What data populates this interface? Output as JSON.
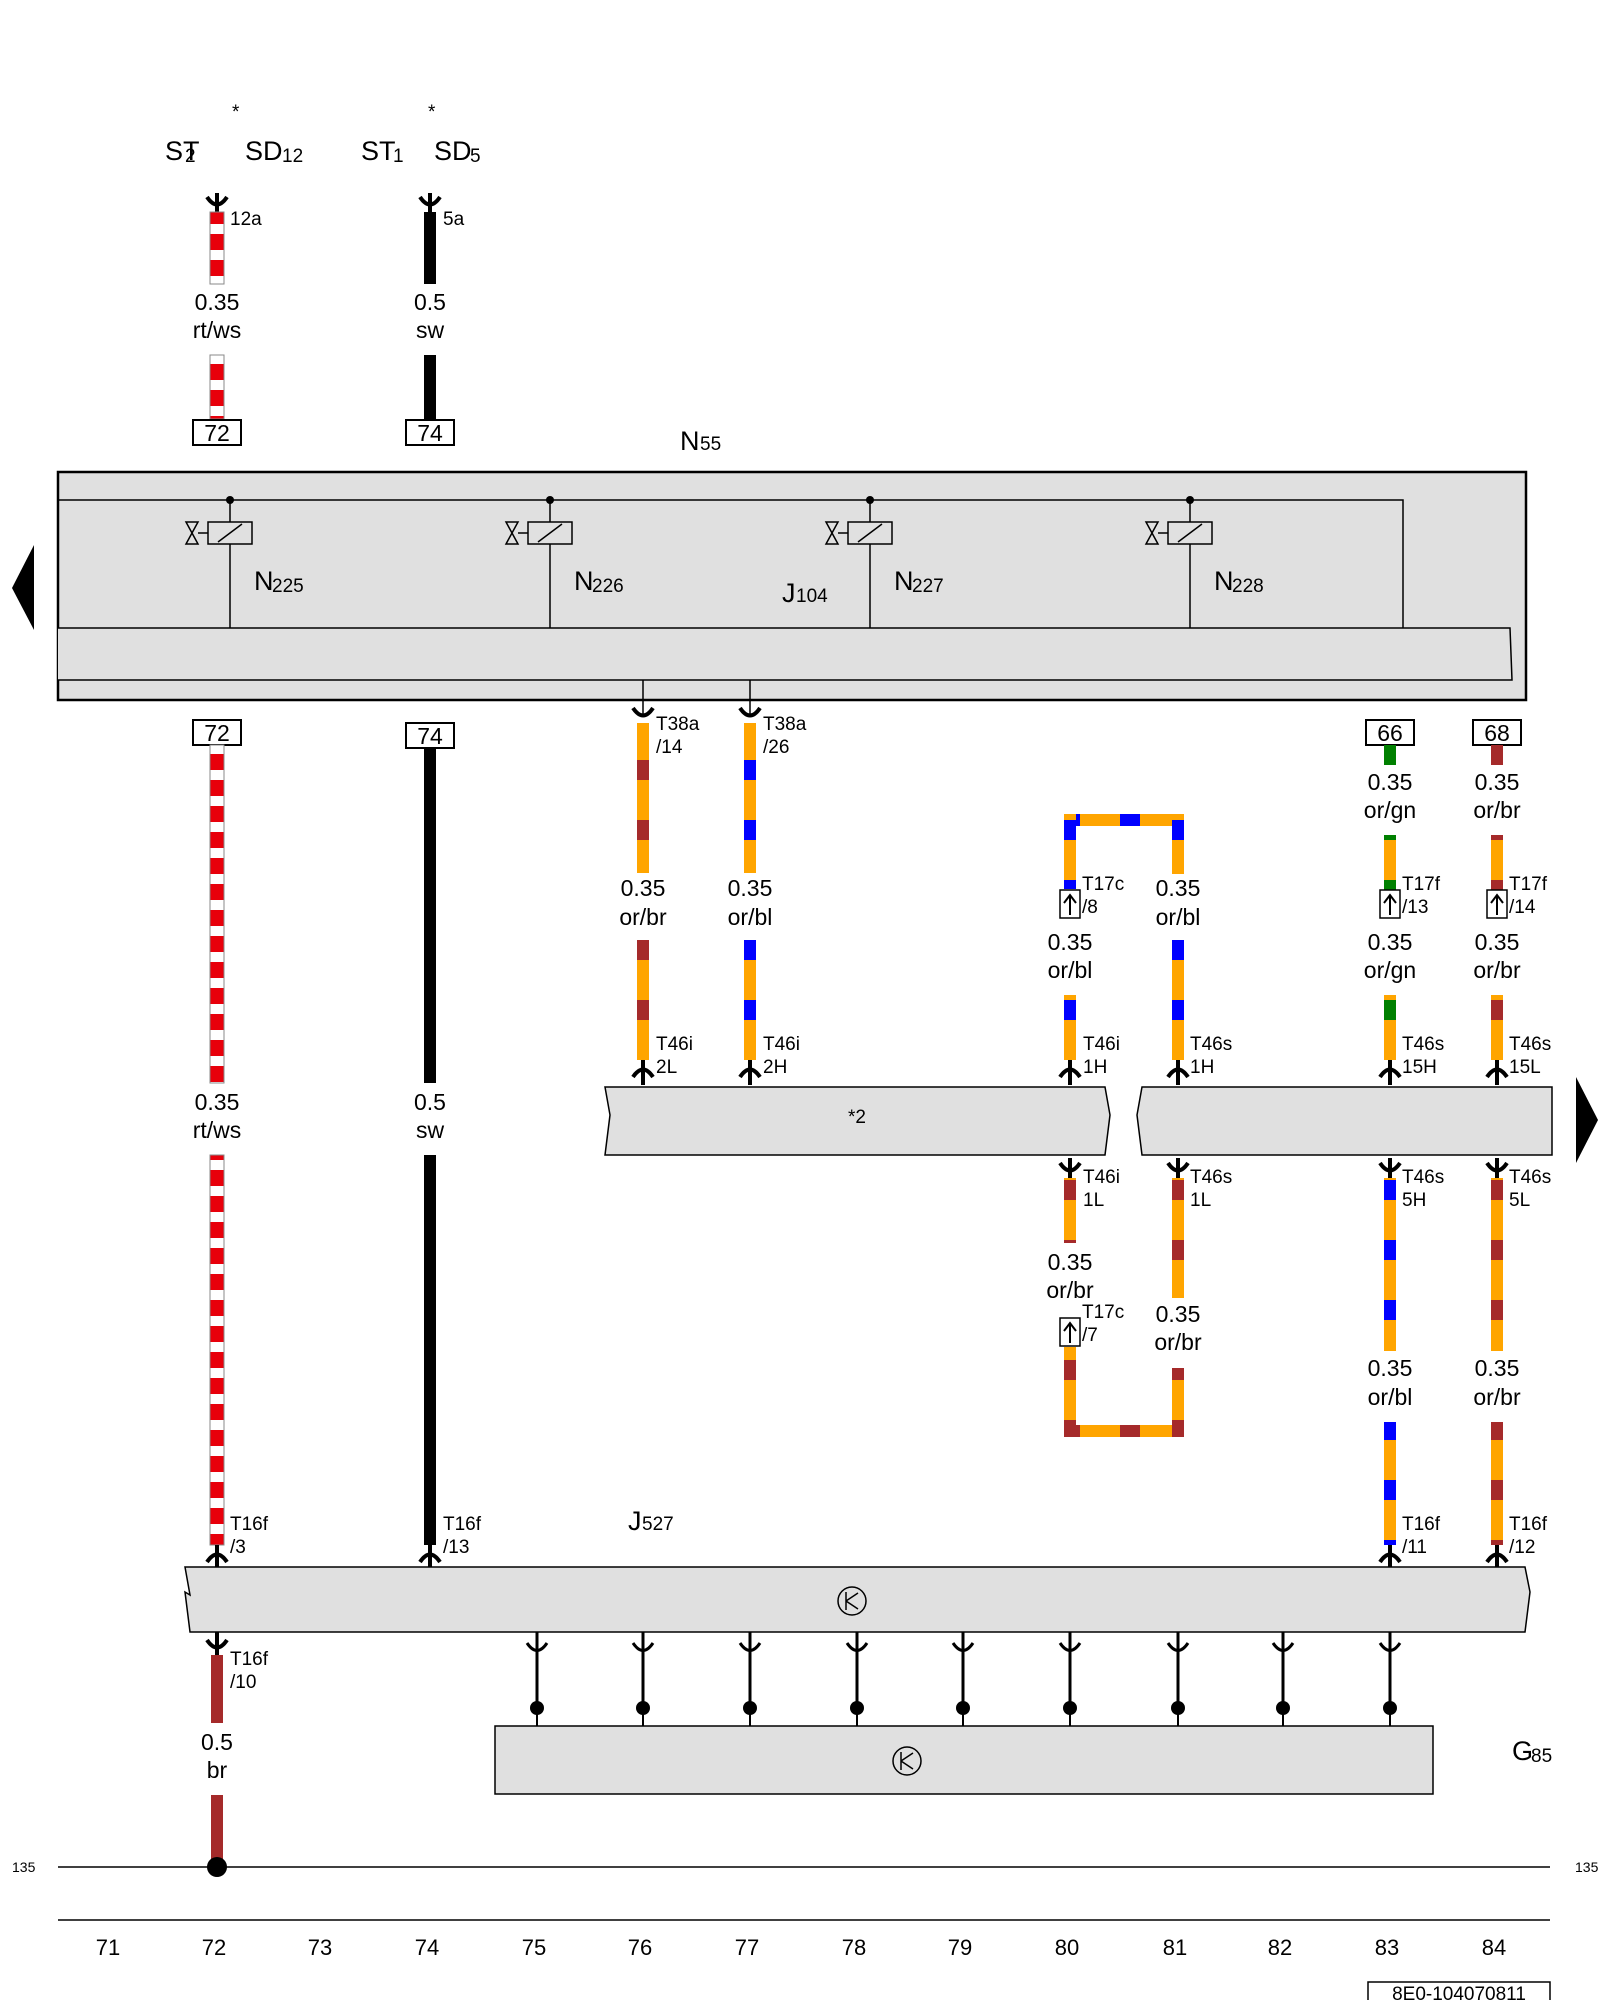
{
  "top_refs": [
    {
      "id": "st2",
      "label": "ST",
      "sub": "2",
      "star": ""
    },
    {
      "id": "sd12",
      "label": "SD",
      "sub": "12",
      "star": "*"
    },
    {
      "id": "st1",
      "label": "ST",
      "sub": "1",
      "star": ""
    },
    {
      "id": "sd5",
      "label": "SD",
      "sub": "5",
      "star": "*"
    }
  ],
  "components": {
    "n55": {
      "label": "N",
      "sub": "55"
    },
    "j104": {
      "label": "J",
      "sub": "104"
    },
    "j527": {
      "label": "J",
      "sub": "527"
    },
    "g85": {
      "label": "G",
      "sub": "85"
    },
    "valves": [
      {
        "label": "N",
        "sub": "225"
      },
      {
        "label": "N",
        "sub": "226"
      },
      {
        "label": "N",
        "sub": "227"
      },
      {
        "label": "N",
        "sub": "228"
      }
    ]
  },
  "connector_box_note": "*2",
  "ground_ref": "135",
  "diagram_number": "8E0-104070811",
  "colors": {
    "rt": "#e8000b",
    "ws": "#ffffff",
    "sw": "#000000",
    "br": "#a52a2a",
    "or": "#ffa500",
    "bl": "#0000ff",
    "gn": "#008000",
    "housing": "#e0e0e0"
  },
  "current_tracks": [
    "71",
    "72",
    "73",
    "74",
    "75",
    "76",
    "77",
    "78",
    "79",
    "80",
    "81",
    "82",
    "83",
    "84"
  ],
  "wires": [
    {
      "id": "w72a",
      "size": "0.35",
      "color": "rt/ws",
      "pin_top": "12a",
      "box": "72"
    },
    {
      "id": "w74a",
      "size": "0.5",
      "color": "sw",
      "pin_top": "5a",
      "box": "74"
    },
    {
      "id": "w72b",
      "size": "0.35",
      "color": "rt/ws",
      "box": "72",
      "pin_bottom": "T16f",
      "pin_bottom2": "/3"
    },
    {
      "id": "w74b",
      "size": "0.5",
      "color": "sw",
      "box": "74",
      "pin_bottom": "T16f",
      "pin_bottom2": "/13"
    },
    {
      "id": "w76",
      "size": "0.35",
      "color": "or/br",
      "pin_top": "T38a",
      "pin_top2": "/14",
      "pin_bottom": "T46i",
      "pin_bottom2": "2L"
    },
    {
      "id": "w77",
      "size": "0.35",
      "color": "or/bl",
      "pin_top": "T38a",
      "pin_top2": "/26",
      "pin_bottom": "T46i",
      "pin_bottom2": "2H"
    },
    {
      "id": "w80a",
      "size": "0.35",
      "color": "or/bl",
      "pin_top": "T17c",
      "pin_top2": "/8",
      "pin_bottom": "T46i",
      "pin_bottom2": "1H"
    },
    {
      "id": "w81a",
      "size": "0.35",
      "color": "or/bl",
      "pin_bottom": "T46s",
      "pin_bottom2": "1H"
    },
    {
      "id": "w83a_top",
      "size": "0.35",
      "color": "or/gn",
      "box": "66"
    },
    {
      "id": "w83a",
      "size": "0.35",
      "color": "or/gn",
      "pin_top": "T17f",
      "pin_top2": "/13",
      "pin_bottom": "T46s",
      "pin_bottom2": "15H"
    },
    {
      "id": "w84a_top",
      "size": "0.35",
      "color": "or/br",
      "box": "68"
    },
    {
      "id": "w84a",
      "size": "0.35",
      "color": "or/br",
      "pin_top": "T17f",
      "pin_top2": "/14",
      "pin_bottom": "T46s",
      "pin_bottom2": "15L"
    },
    {
      "id": "w80b",
      "size": "0.35",
      "color": "or/br",
      "pin_top": "T46i",
      "pin_top2": "1L",
      "pin_bottom": "T17c",
      "pin_bottom2": "/7"
    },
    {
      "id": "w81b",
      "size": "0.35",
      "color": "or/br",
      "pin_top": "T46s",
      "pin_top2": "1L"
    },
    {
      "id": "w83b",
      "size": "0.35",
      "color": "or/bl",
      "pin_top": "T46s",
      "pin_top2": "5H",
      "pin_bottom": "T16f",
      "pin_bottom2": "/11"
    },
    {
      "id": "w84b",
      "size": "0.35",
      "color": "or/br",
      "pin_top": "T46s",
      "pin_top2": "5L",
      "pin_bottom": "T16f",
      "pin_bottom2": "/12"
    },
    {
      "id": "w72c",
      "size": "0.5",
      "color": "br",
      "pin_top": "T16f",
      "pin_top2": "/10"
    }
  ]
}
